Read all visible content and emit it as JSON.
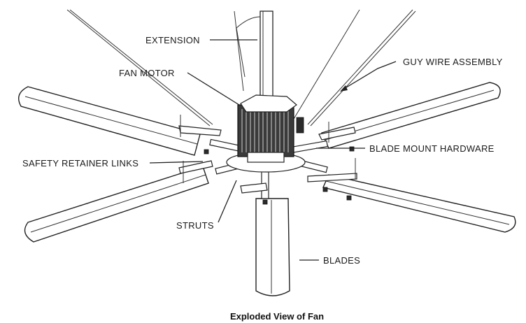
{
  "labels": {
    "extension": "EXTENSION",
    "fan_motor": "FAN MOTOR",
    "guy_wire_assembly": "GUY WIRE ASSEMBLY",
    "blade_mount_hardware": "BLADE MOUNT HARDWARE",
    "safety_retainer_links": "SAFETY RETAINER LINKS",
    "struts": "STRUTS",
    "blades": "BLADES"
  },
  "caption": "Exploded View of Fan"
}
